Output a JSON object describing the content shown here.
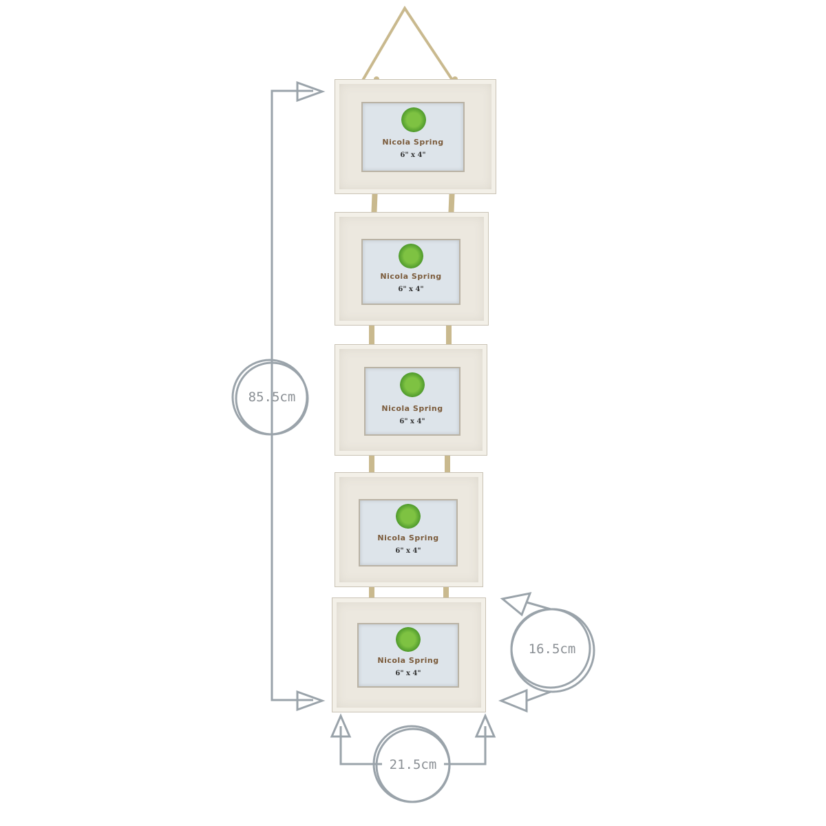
{
  "product": {
    "brand_label": "Nicola Spring",
    "insert_size": "6\" x 4\"",
    "frame_count": 5
  },
  "dimensions": {
    "height": "85.5cm",
    "depth": "16.5cm",
    "width": "21.5cm"
  },
  "colors": {
    "frame": "#ece8df",
    "mat": "#dde4ea",
    "rope": "#c9b98e",
    "annotation": "#9aa3aa"
  }
}
